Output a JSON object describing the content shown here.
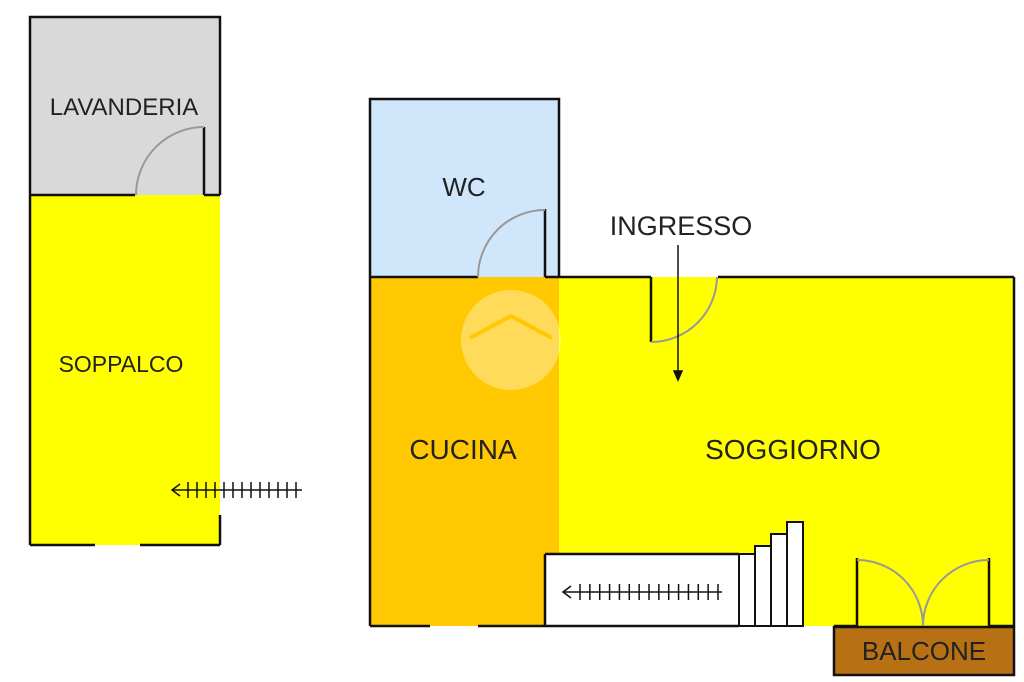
{
  "rooms": {
    "lavanderia": "LAVANDERIA",
    "soppalco": "SOPPALCO",
    "wc": "WC",
    "ingresso": "INGRESSO",
    "cucina": "CUCINA",
    "soggiorno": "SOGGIORNO",
    "balcone": "BALCONE"
  },
  "colors": {
    "wall": "#111111",
    "lavanderia": "#d9d9d9",
    "soppalco": "#ffff00",
    "wc": "#cfe6fb",
    "cucina": "#ffc800",
    "soggiorno": "#ffff00",
    "balcone": "#b87014",
    "door_arc": "#999999"
  }
}
